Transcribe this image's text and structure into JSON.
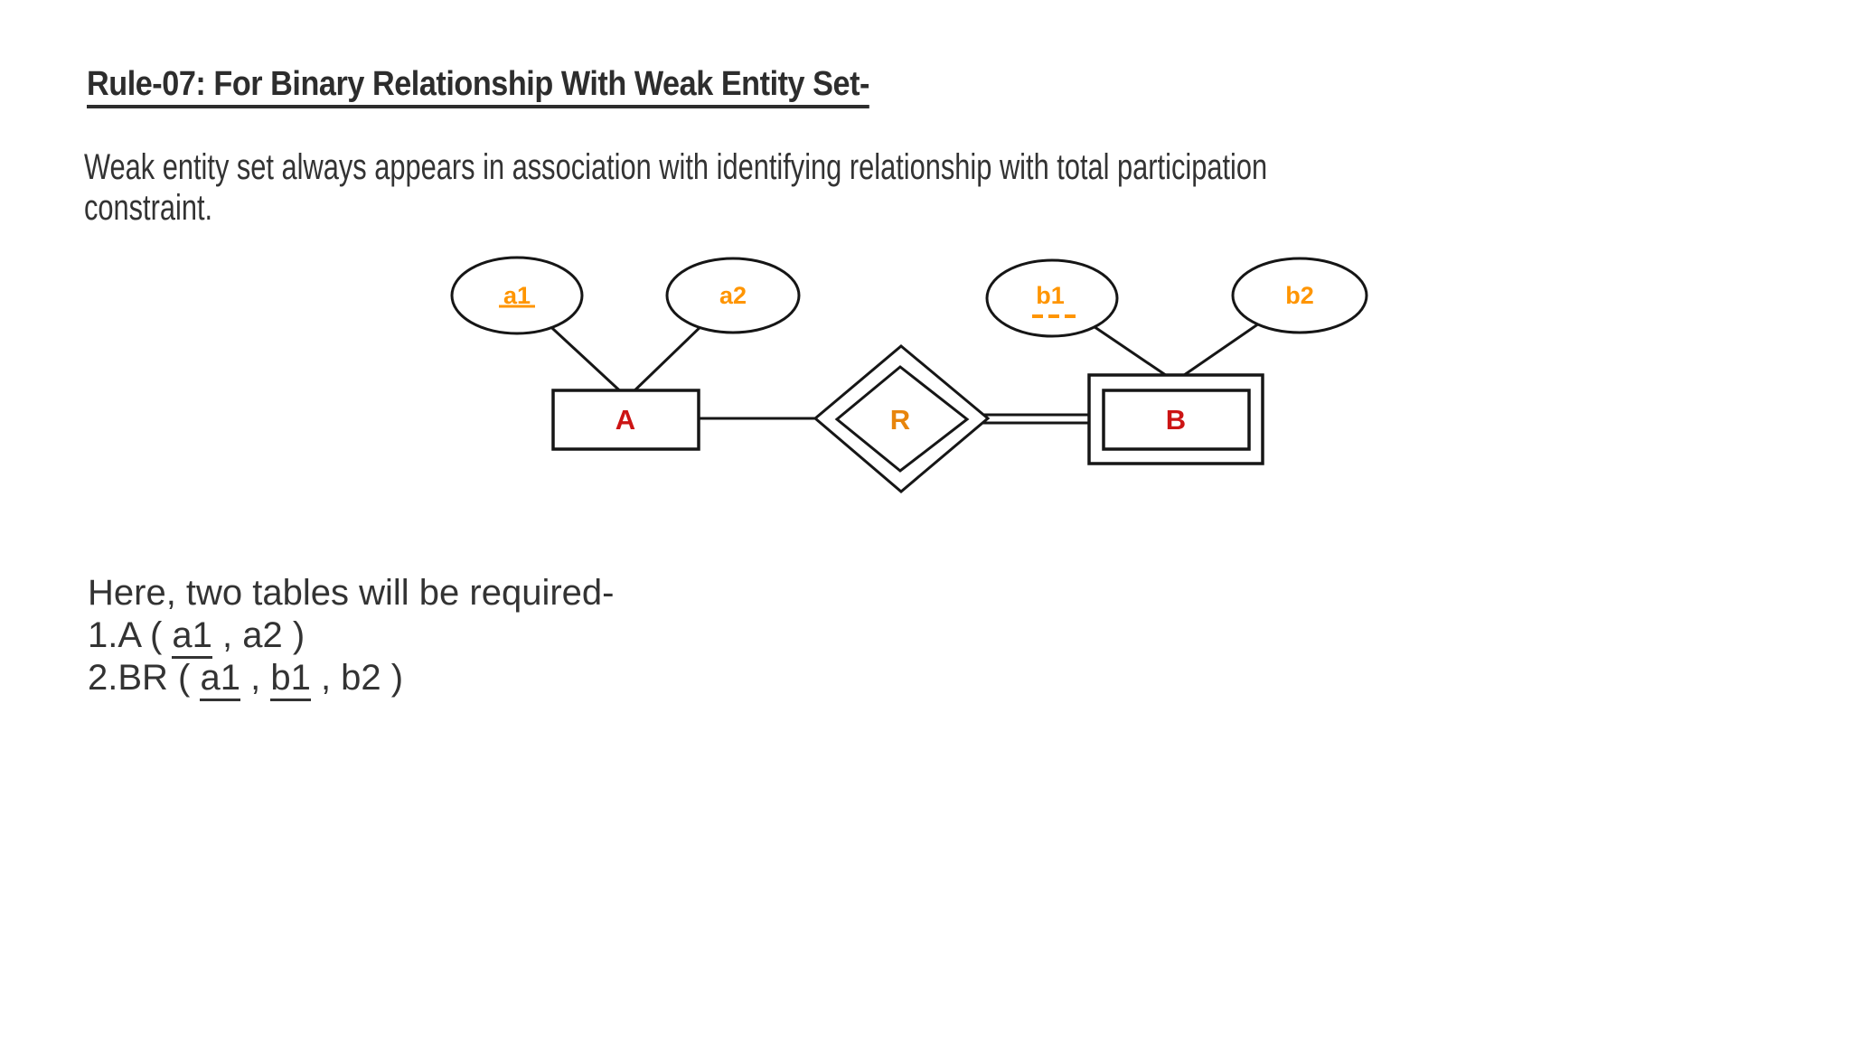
{
  "heading": {
    "text": "Rule-07: For Binary Relationship With Weak Entity Set-"
  },
  "paragraph": {
    "lines": [
      "Weak entity set always appears in association with identifying relationship with total participation",
      "constraint."
    ]
  },
  "diagram": {
    "colors": {
      "stroke": "#161616",
      "attribute": "#ff9500",
      "relationship": "#e8850c",
      "entity": "#cc1414"
    },
    "attributes": [
      {
        "label": "a1",
        "key_type": "primary-key (solid underline)"
      },
      {
        "label": "a2",
        "key_type": "none"
      },
      {
        "label": "b1",
        "key_type": "partial-key (dashed underline)"
      },
      {
        "label": "b2",
        "key_type": "none"
      }
    ],
    "entities": [
      {
        "label": "A",
        "type": "strong entity (single rectangle)"
      },
      {
        "label": "B",
        "type": "weak entity (double rectangle)"
      }
    ],
    "relationship": {
      "label": "R",
      "type": "identifying relationship (double diamond)"
    },
    "participation": "total participation of B in R (double line)"
  },
  "notes": {
    "intro": "Here, two tables will be required-",
    "lines": [
      {
        "segments": [
          {
            "text": "1.A ( "
          },
          {
            "text": "a1",
            "underline": true
          },
          {
            "text": " , a2 )"
          }
        ]
      },
      {
        "segments": [
          {
            "text": "2.BR ( "
          },
          {
            "text": "a1",
            "underline": true
          },
          {
            "text": " , "
          },
          {
            "text": "b1",
            "underline": true
          },
          {
            "text": " , b2 )"
          }
        ]
      }
    ]
  }
}
